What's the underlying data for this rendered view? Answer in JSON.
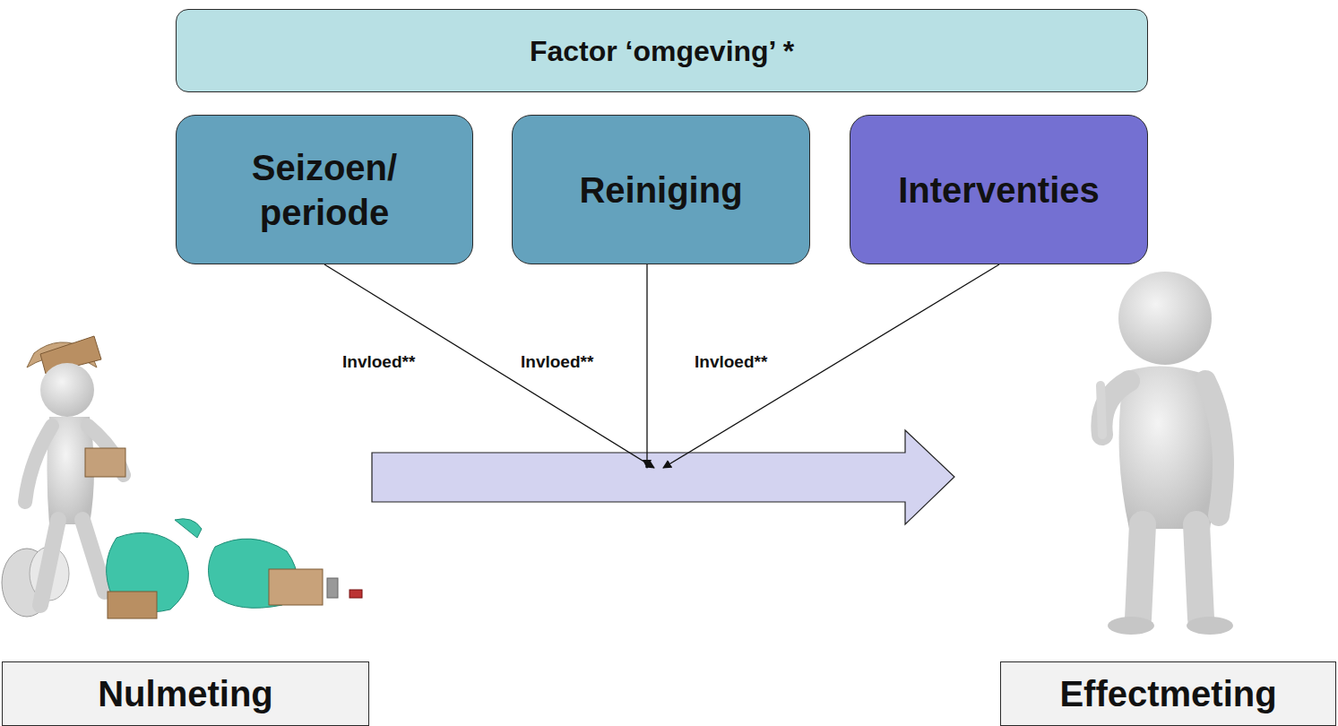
{
  "diagram": {
    "nodes": [
      {
        "text": [
          "Factor ‘omgeving’ *"
        ]
      },
      {
        "text": [
          "Seizoen/ periode"
        ]
      },
      {
        "text": [
          "Reiniging"
        ]
      },
      {
        "text": [
          "Interventies"
        ]
      },
      {
        "text": [
          "Nulmeting"
        ]
      },
      {
        "text": [
          "Effectmeting"
        ]
      }
    ],
    "labels": [
      "Invloed**",
      "Invloed**",
      "Invloed**"
    ]
  }
}
